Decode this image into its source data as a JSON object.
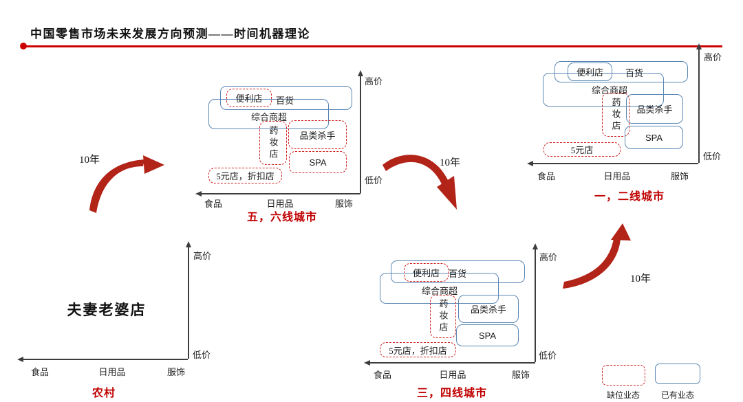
{
  "page": {
    "title": "中国零售市场未来发展方向预测——时间机器理论"
  },
  "axis": {
    "y_top": "高价",
    "y_bottom": "低价",
    "x_labels": [
      "食品",
      "日用品",
      "服饰"
    ]
  },
  "charts": [
    {
      "id": "rural",
      "label": "农村",
      "store": "夫妻老婆店"
    },
    {
      "id": "tier-5-6",
      "label": "五，六线城市",
      "boxes": {
        "convenience": {
          "label": "便利店",
          "status": "missing"
        },
        "department": {
          "label": "百货",
          "status": "existing"
        },
        "supermarket": {
          "label": "综合商超",
          "status": "existing"
        },
        "drugstore": {
          "label": "药妆店",
          "status": "missing"
        },
        "category_killer": {
          "label": "品类杀手",
          "status": "missing"
        },
        "spa": {
          "label": "SPA",
          "status": "missing"
        },
        "discount": {
          "label": "5元店，折扣店",
          "status": "missing"
        }
      }
    },
    {
      "id": "tier-3-4",
      "label": "三，四线城市",
      "boxes": {
        "convenience": {
          "label": "便利店",
          "status": "missing"
        },
        "department": {
          "label": "百货",
          "status": "existing"
        },
        "supermarket": {
          "label": "综合商超",
          "status": "existing"
        },
        "drugstore": {
          "label": "药妆店",
          "status": "missing"
        },
        "category_killer": {
          "label": "品类杀手",
          "status": "existing"
        },
        "spa": {
          "label": "SPA",
          "status": "existing"
        },
        "discount": {
          "label": "5元店，折扣店",
          "status": "missing"
        }
      }
    },
    {
      "id": "tier-1-2",
      "label": "一，二线城市",
      "boxes": {
        "convenience": {
          "label": "便利店",
          "status": "existing"
        },
        "department": {
          "label": "百货",
          "status": "existing"
        },
        "supermarket": {
          "label": "综合商超",
          "status": "existing"
        },
        "drugstore": {
          "label": "药妆店",
          "status": "missing"
        },
        "category_killer": {
          "label": "品类杀手",
          "status": "existing"
        },
        "spa": {
          "label": "SPA",
          "status": "existing"
        },
        "discount": {
          "label": "5元店",
          "status": "missing"
        }
      }
    }
  ],
  "arrows": [
    {
      "label": "10年"
    },
    {
      "label": "10年"
    },
    {
      "label": "10年"
    }
  ],
  "legend": {
    "missing_label": "缺位业态",
    "existing_label": "已有业态"
  },
  "colors": {
    "accent_red": "#c00000",
    "rule_red": "#cc0000",
    "box_blue": "#5b87b5",
    "dashed_red": "#cf1d1d",
    "arrow_red": "#b22318"
  }
}
